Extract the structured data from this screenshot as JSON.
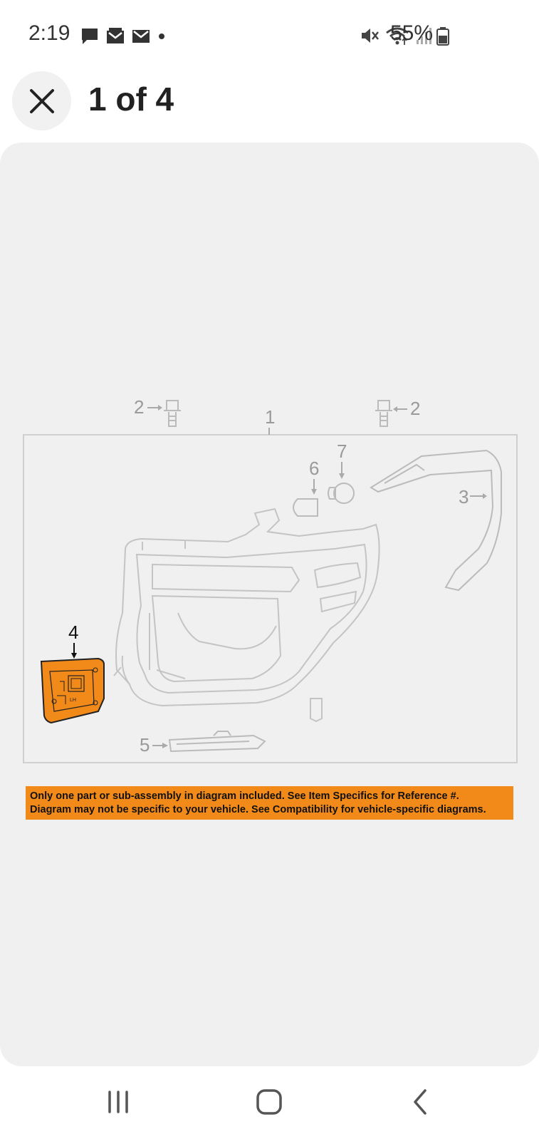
{
  "status_bar": {
    "time": "2:19",
    "battery": "55%",
    "icons": [
      "message-icon",
      "mail-open-icon",
      "mail-icon",
      "dot-icon",
      "mute-icon",
      "wifi-icon",
      "signal-icon",
      "battery-icon"
    ]
  },
  "header": {
    "page_counter": "1 of 4",
    "close_icon": "close-icon"
  },
  "diagram": {
    "callouts": {
      "c1": "1",
      "c2_left": "2",
      "c2_right": "2",
      "c3": "3",
      "c4": "4",
      "c5": "5",
      "c6": "6",
      "c7": "7"
    },
    "part_label": "LH",
    "highlight_color": "#f28a19"
  },
  "banner": {
    "line1": "Only one part or sub-assembly in diagram included. See Item Specifics for Reference #.",
    "line2": "Diagram may not be specific to your vehicle. See Compatibility for vehicle-specific diagrams."
  },
  "nav_bar": {
    "icons": [
      "recent-apps-icon",
      "home-icon",
      "back-icon"
    ]
  }
}
